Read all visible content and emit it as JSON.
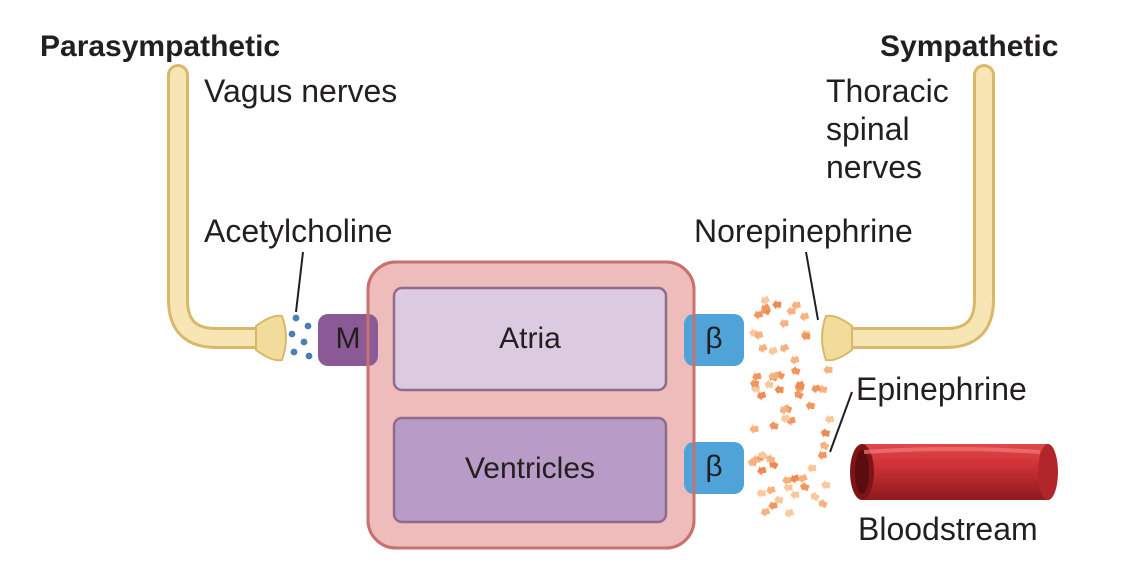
{
  "labels": {
    "parasympathetic": "Parasympathetic",
    "vagus": "Vagus nerves",
    "acetylcholine": "Acetylcholine",
    "sympathetic": "Sympathetic",
    "thoracic": "Thoracic\nspinal\nnerves",
    "norepinephrine": "Norepinephrine",
    "epinephrine": "Epinephrine",
    "bloodstream": "Bloodstream"
  },
  "heart": {
    "atria": "Atria",
    "ventricles": "Ventricles"
  },
  "receptors": {
    "muscarinic": "M",
    "beta_top": "β",
    "beta_bottom": "β"
  },
  "colors": {
    "nerve": "#f5e3a8",
    "nerve_edge": "#e2c27a",
    "heart_outer": "#efbcbc",
    "heart_edge": "#c9716f",
    "atria": "#dccbe0",
    "ventricles": "#b89bc6",
    "chamber_edge": "#8f6b8e",
    "m_receptor": "#8a5a96",
    "beta_receptor": "#4fa3d9",
    "ach_dots": "#4c7fb3",
    "ne_particles": "#f2955e",
    "vessel": "#c92b2f"
  }
}
